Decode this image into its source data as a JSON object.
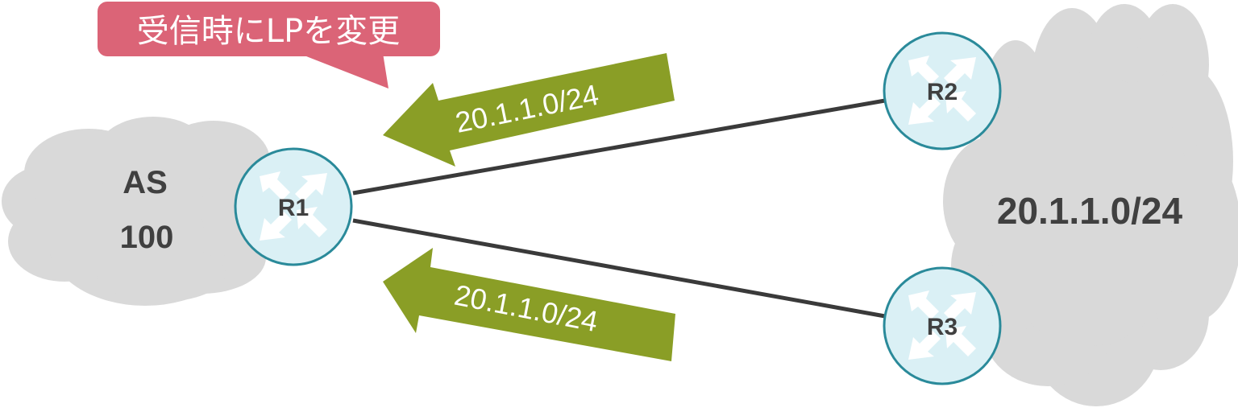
{
  "callout": {
    "text": "受信時にLPを変更",
    "color": "#db6477"
  },
  "clouds": {
    "left": {
      "line1": "AS",
      "line2": "100",
      "color": "#d9d9d9"
    },
    "right": {
      "label": "20.1.1.0/24",
      "color": "#d9d9d9"
    }
  },
  "routers": [
    {
      "id": "R1",
      "label": "R1"
    },
    {
      "id": "R2",
      "label": "R2"
    },
    {
      "id": "R3",
      "label": "R3"
    }
  ],
  "router_style": {
    "fill": "#daf0f5",
    "stroke": "#2a8a9a"
  },
  "arrows": [
    {
      "label": "20.1.1.0/24",
      "direction": "R2-to-R1"
    },
    {
      "label": "20.1.1.0/24",
      "direction": "R3-to-R1"
    }
  ],
  "arrow_color": "#8a9e26",
  "link_color": "#3a3a3a"
}
